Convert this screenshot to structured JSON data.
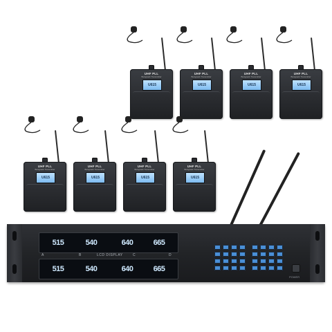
{
  "product": {
    "transmitter_brand": "UHF PLL",
    "transmitter_subtitle": "Bodypack Transmitter",
    "transmitter_screen": "U615",
    "display_label": "LCD DISPLAY",
    "display_top_readouts": [
      "515",
      "540",
      "640",
      "665"
    ],
    "display_bottom_readouts": [
      "515",
      "540",
      "640",
      "665"
    ],
    "channel_labels": [
      "A",
      "B",
      "C",
      "D"
    ],
    "power_label": "POWER"
  },
  "colors": {
    "device_body": "#2b2d31",
    "lcd": "#9fd0fb",
    "buttons": "#4a8fd6",
    "background": "#ffffff"
  }
}
